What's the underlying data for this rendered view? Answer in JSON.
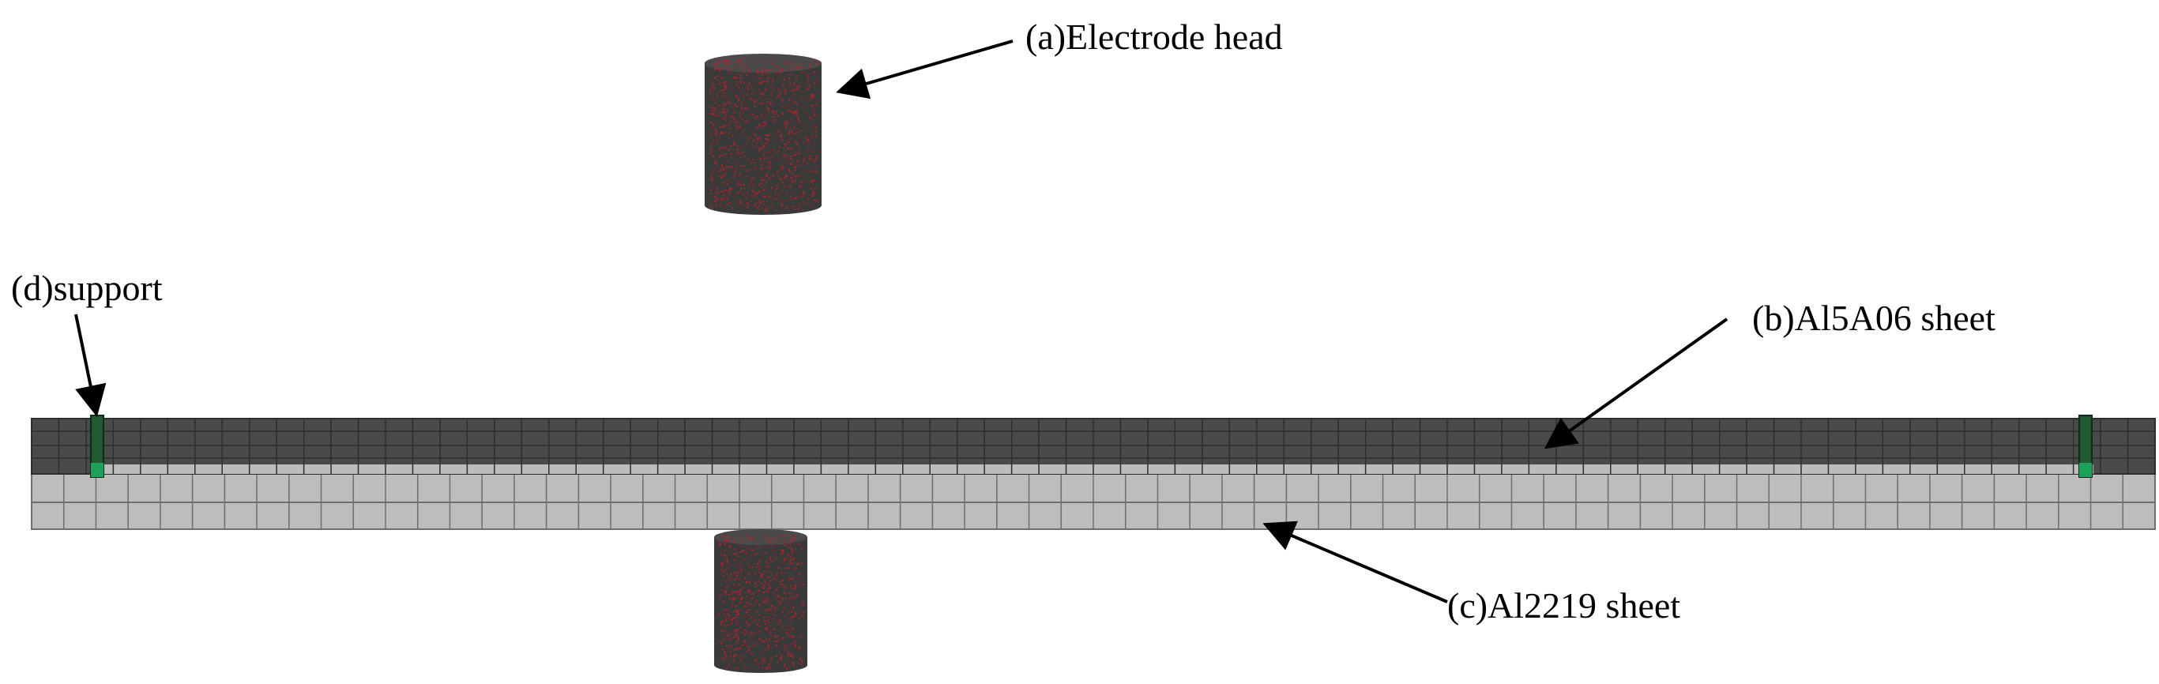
{
  "labels": {
    "electrode": "(a)Electrode head",
    "al5a06": "(b)Al5A06 sheet",
    "al2219": "(c)Al2219 sheet",
    "support": "(d)support"
  },
  "colors": {
    "top_sheet": "#4a4a4a",
    "top_sheet_lines": "#2e2e2e",
    "bottom_sheet": "#bdbdbd",
    "bottom_sheet_lines": "#6e6e6e",
    "electrode_body": "#3a3a3a",
    "electrode_speckle": "#c0202a",
    "support": "#1e5a32",
    "support_light": "#1fa05a"
  },
  "mesh": {
    "top_sheet_columns": 78,
    "bottom_sheet_columns": 66
  }
}
